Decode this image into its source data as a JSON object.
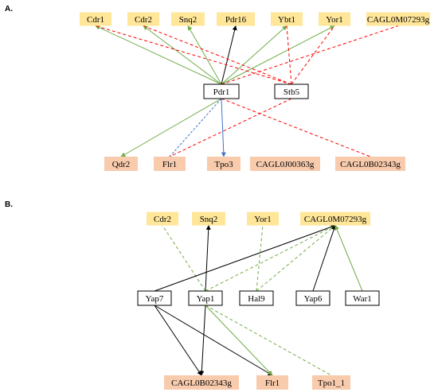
{
  "colors": {
    "target_fill": "#ffe699",
    "secondary_fill": "#f8cbad",
    "regulator_fill": "#ffffff",
    "regulator_stroke": "#000000",
    "edge_green": "#70ad47",
    "edge_red": "#ff0000",
    "edge_black": "#000000",
    "edge_blue": "#4472c4",
    "edge_light_green": "#70ad47"
  },
  "panels": [
    {
      "id": "A",
      "label": "A.",
      "nodes": [
        {
          "id": "A-Cdr1",
          "label": "Cdr1",
          "kind": "target"
        },
        {
          "id": "A-Cdr2",
          "label": "Cdr2",
          "kind": "target"
        },
        {
          "id": "A-Snq2",
          "label": "Snq2",
          "kind": "target"
        },
        {
          "id": "A-Pdr16",
          "label": "Pdr16",
          "kind": "target"
        },
        {
          "id": "A-Ybt1",
          "label": "Ybt1",
          "kind": "target"
        },
        {
          "id": "A-Yor1",
          "label": "Yor1",
          "kind": "target"
        },
        {
          "id": "A-CAGL0M07293g",
          "label": "CAGL0M07293g",
          "kind": "target"
        },
        {
          "id": "A-Pdr1",
          "label": "Pdr1",
          "kind": "regulator"
        },
        {
          "id": "A-Stb5",
          "label": "Stb5",
          "kind": "regulator"
        },
        {
          "id": "A-Qdr2",
          "label": "Qdr2",
          "kind": "secondary"
        },
        {
          "id": "A-Flr1",
          "label": "Flr1",
          "kind": "secondary"
        },
        {
          "id": "A-Tpo3",
          "label": "Tpo3",
          "kind": "secondary"
        },
        {
          "id": "A-CAGL0J00363g",
          "label": "CAGL0J00363g",
          "kind": "secondary"
        },
        {
          "id": "A-CAGL0B02343g",
          "label": "CAGL0B02343g",
          "kind": "secondary"
        }
      ],
      "edges": [
        {
          "from": "A-Pdr1",
          "to": "A-Cdr1",
          "style": "green"
        },
        {
          "from": "A-Pdr1",
          "to": "A-Cdr2",
          "style": "green"
        },
        {
          "from": "A-Pdr1",
          "to": "A-Snq2",
          "style": "green"
        },
        {
          "from": "A-Pdr1",
          "to": "A-Pdr16",
          "style": "black"
        },
        {
          "from": "A-Pdr1",
          "to": "A-Ybt1",
          "style": "green"
        },
        {
          "from": "A-Pdr1",
          "to": "A-Yor1",
          "style": "green"
        },
        {
          "from": "A-Pdr1",
          "to": "A-Qdr2",
          "style": "green"
        },
        {
          "from": "A-Pdr1",
          "to": "A-Flr1",
          "style": "blue-dashed"
        },
        {
          "from": "A-Pdr1",
          "to": "A-Tpo3",
          "style": "blue"
        },
        {
          "from": "A-Pdr1",
          "to": "A-CAGL0M07293g",
          "style": "red-dashed"
        },
        {
          "from": "A-Pdr1",
          "to": "A-CAGL0B02343g",
          "style": "red-dashed"
        },
        {
          "from": "A-Stb5",
          "to": "A-Cdr1",
          "style": "red-dashed"
        },
        {
          "from": "A-Stb5",
          "to": "A-Cdr2",
          "style": "red-dashed"
        },
        {
          "from": "A-Stb5",
          "to": "A-Ybt1",
          "style": "red-dashed"
        },
        {
          "from": "A-Stb5",
          "to": "A-Yor1",
          "style": "red-dashed"
        },
        {
          "from": "A-Stb5",
          "to": "A-Flr1",
          "style": "red-dashed"
        }
      ]
    },
    {
      "id": "B",
      "label": "B.",
      "nodes": [
        {
          "id": "B-Cdr2",
          "label": "Cdr2",
          "kind": "target"
        },
        {
          "id": "B-Snq2",
          "label": "Snq2",
          "kind": "target"
        },
        {
          "id": "B-Yor1",
          "label": "Yor1",
          "kind": "target"
        },
        {
          "id": "B-CAGL0M07293g",
          "label": "CAGL0M07293g",
          "kind": "target"
        },
        {
          "id": "B-Yap7",
          "label": "Yap7",
          "kind": "regulator"
        },
        {
          "id": "B-Yap1",
          "label": "Yap1",
          "kind": "regulator"
        },
        {
          "id": "B-Hal9",
          "label": "Hal9",
          "kind": "regulator"
        },
        {
          "id": "B-Yap6",
          "label": "Yap6",
          "kind": "regulator"
        },
        {
          "id": "B-War1",
          "label": "War1",
          "kind": "regulator"
        },
        {
          "id": "B-CAGL0B02343g",
          "label": "CAGL0B02343g",
          "kind": "secondary"
        },
        {
          "id": "B-Flr1",
          "label": "Flr1",
          "kind": "secondary"
        },
        {
          "id": "B-Tpo1_1",
          "label": "Tpo1_1",
          "kind": "secondary"
        }
      ],
      "edges": [
        {
          "from": "B-Yap1",
          "to": "B-Cdr2",
          "style": "light-green-dashed"
        },
        {
          "from": "B-Yap1",
          "to": "B-Snq2",
          "style": "black"
        },
        {
          "from": "B-Yap7",
          "to": "B-CAGL0M07293g",
          "style": "black"
        },
        {
          "from": "B-Hal9",
          "to": "B-Yor1",
          "style": "light-green-dashed"
        },
        {
          "from": "B-Hal9",
          "to": "B-CAGL0M07293g",
          "style": "light-green-dashed"
        },
        {
          "from": "B-Yap1",
          "to": "B-CAGL0M07293g",
          "style": "light-green-dashed"
        },
        {
          "from": "B-Yap6",
          "to": "B-CAGL0M07293g",
          "style": "black"
        },
        {
          "from": "B-War1",
          "to": "B-CAGL0M07293g",
          "style": "green"
        },
        {
          "from": "B-Yap7",
          "to": "B-CAGL0B02343g",
          "style": "black"
        },
        {
          "from": "B-Yap7",
          "to": "B-Flr1",
          "style": "black"
        },
        {
          "from": "B-Yap1",
          "to": "B-CAGL0B02343g",
          "style": "black"
        },
        {
          "from": "B-Yap1",
          "to": "B-Flr1",
          "style": "green"
        },
        {
          "from": "B-Yap1",
          "to": "B-Tpo1_1",
          "style": "light-green-dashed"
        }
      ]
    }
  ]
}
